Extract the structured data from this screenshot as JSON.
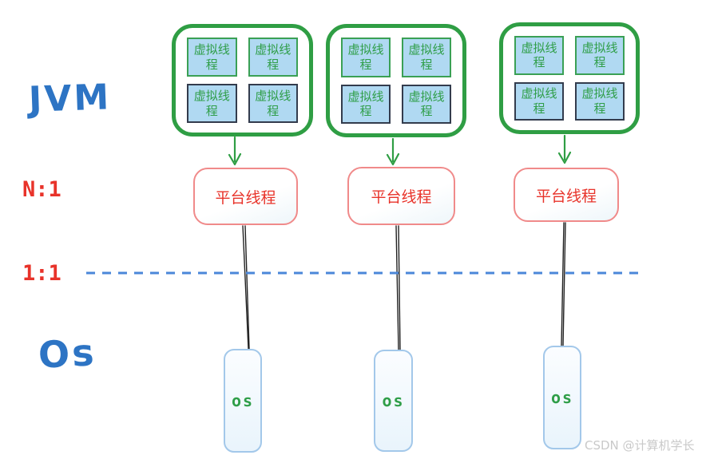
{
  "labels": {
    "jvm": "JVM",
    "ratio_top": "N:1",
    "ratio_bottom": "1:1",
    "os": "Os"
  },
  "columns": [
    {
      "virtual_threads": [
        "虚拟线程",
        "虚拟线程",
        "虚拟线程",
        "虚拟线程"
      ],
      "platform_thread": "平台线程",
      "os_thread": "os"
    },
    {
      "virtual_threads": [
        "虚拟线程",
        "虚拟线程",
        "虚拟线程",
        "虚拟线程"
      ],
      "platform_thread": "平台线程",
      "os_thread": "os"
    },
    {
      "virtual_threads": [
        "虚拟线程",
        "虚拟线程",
        "虚拟线程",
        "虚拟线程"
      ],
      "platform_thread": "平台线程",
      "os_thread": "os"
    }
  ],
  "watermark": "CSDN @计算机学长",
  "colors": {
    "container_green": "#2f9e44",
    "vthread_bg": "#b0d9f2",
    "vthread_text": "#2f9e48",
    "vthread_border_green": "#3aa055",
    "vthread_border_dark": "#333c4d",
    "platform_border": "#f08a8a",
    "platform_text": "#e8332a",
    "ratio_text": "#e8332a",
    "dashed_line": "#4b87d9",
    "handwritten_blue": "#2d74c4",
    "os_border": "#a3c8ea",
    "os_text": "#2f9e48",
    "connector_black": "#222222",
    "watermark_gray": "#c9c9c9"
  }
}
